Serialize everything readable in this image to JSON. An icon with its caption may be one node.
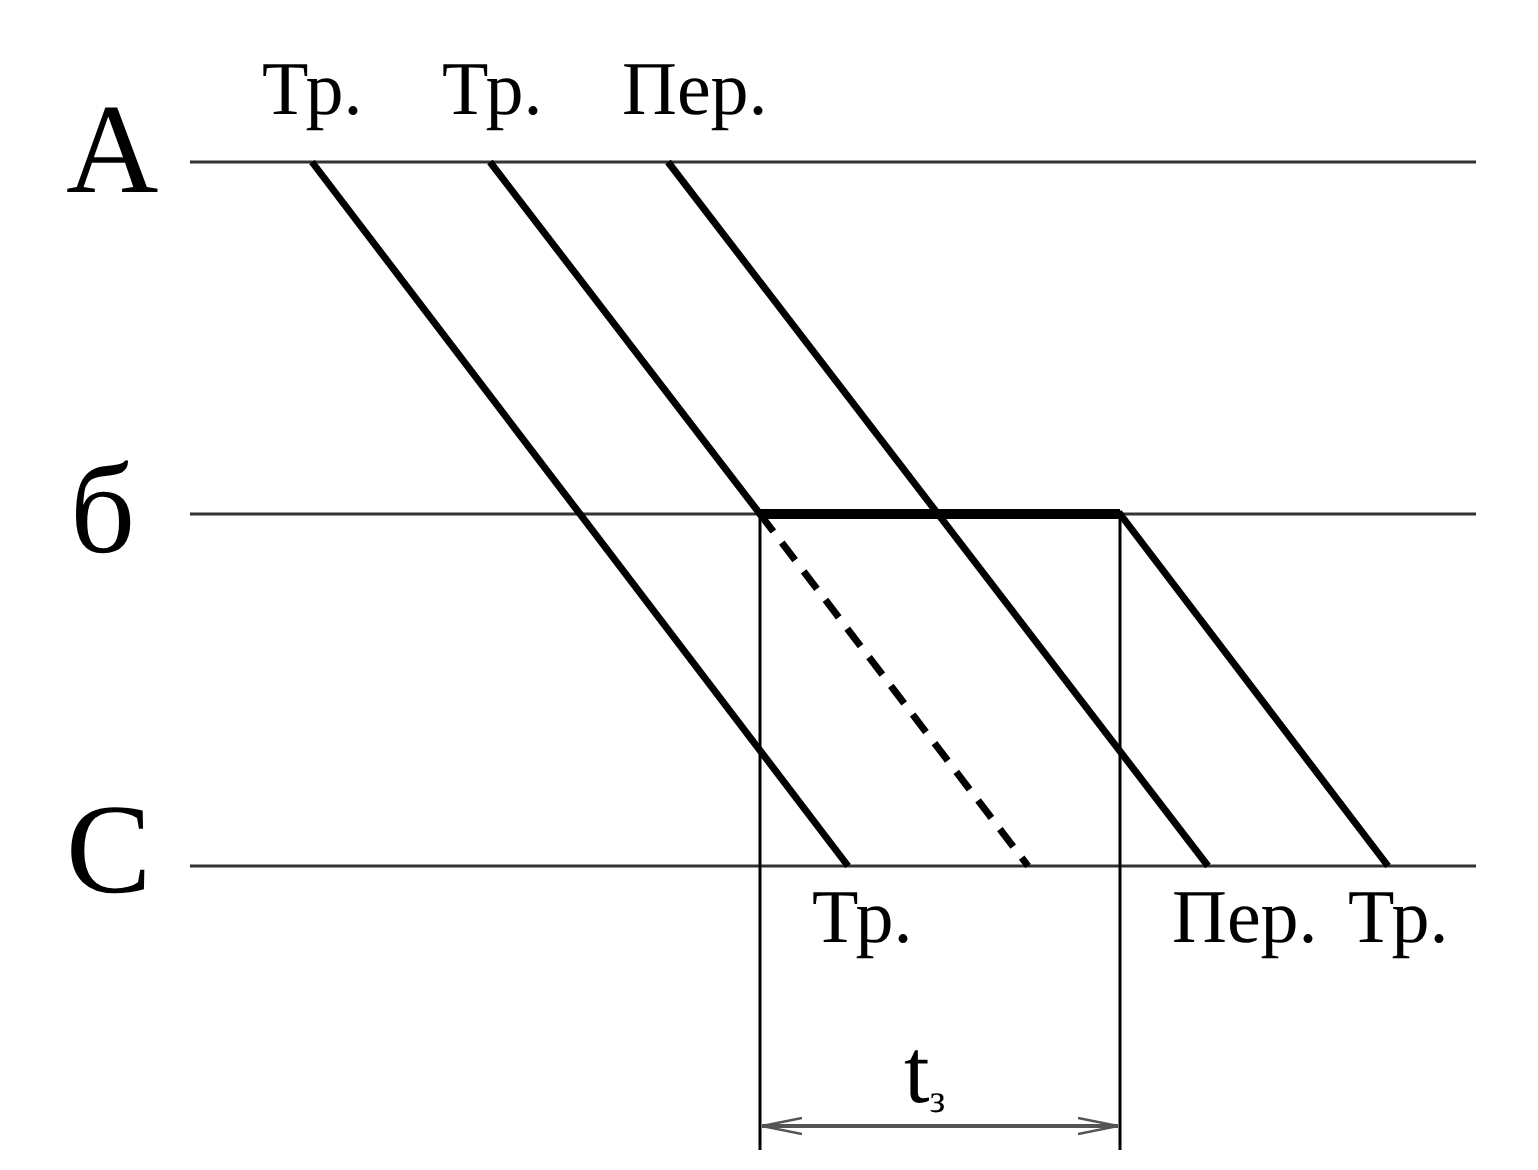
{
  "diagram": {
    "labels": [
      "Тр.",
      "Тр.",
      "Пер.",
      "А",
      "б",
      "С",
      "Тр.",
      "Пер.",
      "Тр.",
      "t$_{з}$"
    ]
  }
}
